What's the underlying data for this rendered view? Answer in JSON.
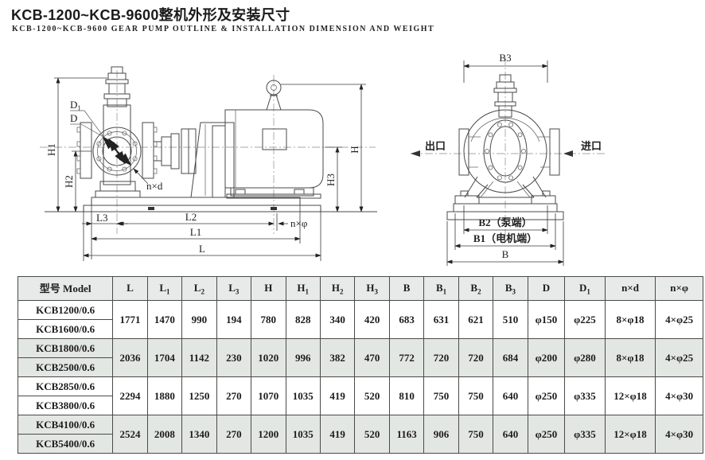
{
  "page": {
    "title": "KCB-1200~KCB-9600整机外形及安装尺寸",
    "subtitle": "KCB-1200~KCB-9600 GEAR PUMP OUTLINE & INSTALLATION DIMENSION AND WEIGHT"
  },
  "drawings": {
    "side_view": {
      "labels": {
        "h1": "H1",
        "h2": "H2",
        "h": "H",
        "h3": "H3",
        "l": "L",
        "l1": "L1",
        "l2": "L2",
        "l3": "L3",
        "n_x_d": "n×d",
        "n_x_phi": "n×φ",
        "d": "D",
        "d1_base": "D",
        "d1_sub": "1"
      }
    },
    "front_view": {
      "labels": {
        "b3": "B3",
        "outlet": "出口",
        "inlet": "进口",
        "b2": "B2（泵端）",
        "b1": "B1（电机端）",
        "b": "B"
      }
    }
  },
  "table": {
    "headers": [
      {
        "base": "型号 Model",
        "sub": ""
      },
      {
        "base": "L",
        "sub": ""
      },
      {
        "base": "L",
        "sub": "1"
      },
      {
        "base": "L",
        "sub": "2"
      },
      {
        "base": "L",
        "sub": "3"
      },
      {
        "base": "H",
        "sub": ""
      },
      {
        "base": "H",
        "sub": "1"
      },
      {
        "base": "H",
        "sub": "2"
      },
      {
        "base": "H",
        "sub": "3"
      },
      {
        "base": "B",
        "sub": ""
      },
      {
        "base": "B",
        "sub": "1"
      },
      {
        "base": "B",
        "sub": "2"
      },
      {
        "base": "B",
        "sub": "3"
      },
      {
        "base": "D",
        "sub": ""
      },
      {
        "base": "D",
        "sub": "1"
      },
      {
        "base": "n×d",
        "sub": ""
      },
      {
        "base": "n×φ",
        "sub": ""
      }
    ],
    "groups": [
      {
        "models": [
          "KCB1200/0.6",
          "KCB1600/0.6"
        ],
        "values": [
          "1771",
          "1470",
          "990",
          "194",
          "780",
          "828",
          "340",
          "420",
          "683",
          "631",
          "621",
          "510",
          "φ150",
          "φ225",
          "8×φ18",
          "4×φ25"
        ]
      },
      {
        "models": [
          "KCB1800/0.6",
          "KCB2500/0.6"
        ],
        "values": [
          "2036",
          "1704",
          "1142",
          "230",
          "1020",
          "996",
          "382",
          "470",
          "772",
          "720",
          "720",
          "684",
          "φ200",
          "φ280",
          "8×φ18",
          "4×φ25"
        ]
      },
      {
        "models": [
          "KCB2850/0.6",
          "KCB3800/0.6"
        ],
        "values": [
          "2294",
          "1880",
          "1250",
          "270",
          "1070",
          "1035",
          "419",
          "520",
          "810",
          "750",
          "750",
          "640",
          "φ250",
          "φ335",
          "12×φ18",
          "4×φ30"
        ]
      },
      {
        "models": [
          "KCB4100/0.6",
          "KCB5400/0.6"
        ],
        "values": [
          "2524",
          "2008",
          "1340",
          "270",
          "1200",
          "1035",
          "419",
          "520",
          "1163",
          "906",
          "750",
          "640",
          "φ250",
          "φ335",
          "12×φ18",
          "4×φ30"
        ]
      }
    ]
  },
  "colors": {
    "row_shade": "#e3e7e4",
    "header_shade": "#e7eae8",
    "line": "#4a4a4a"
  }
}
